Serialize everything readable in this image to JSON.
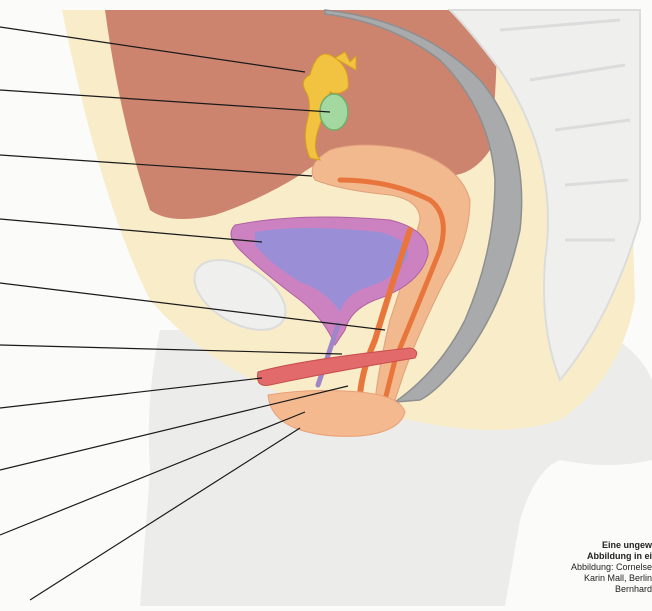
{
  "figure": {
    "label_count": 10,
    "credit": {
      "line1": "Eine ungew",
      "line2": "Abbildung in ei",
      "line3": "Abbildung: Cornelse",
      "line4": "Karin Mall, Berlin",
      "line5": "Bernhard"
    }
  },
  "colors": {
    "background": "#fbfbfa",
    "body_silhouette": "#ececeb",
    "pelvic_fat": "#f8ecc9",
    "peritoneum": "#c6725f",
    "rectum_wall": "#a8aaab",
    "bone_outline": "#dcdcdc",
    "uterus": "#f2b98f",
    "uterine_lining": "#e8763c",
    "bladder_wall": "#cc82c0",
    "bladder_lumen": "#9a8fd6",
    "urethra": "#9e86c8",
    "ovary": "#a3d9a0",
    "fallopian_tube": "#f2c341",
    "clitoris": "#e26a6a",
    "labia": "#f4b98f",
    "leader_line": "#1a1a1a"
  }
}
